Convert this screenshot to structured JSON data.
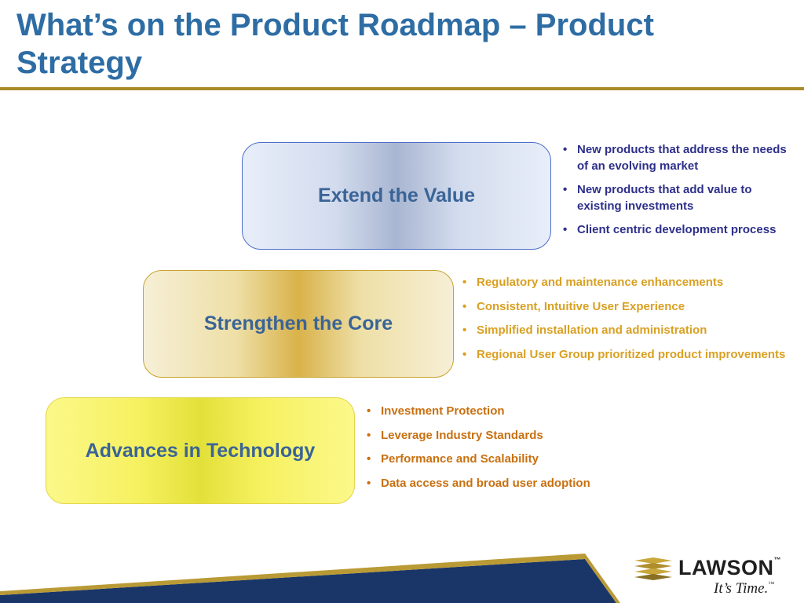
{
  "slide": {
    "title": "What’s on the Product Roadmap – Product Strategy"
  },
  "pillars": [
    {
      "label": "Extend the Value",
      "bullets": [
        "New products that address the needs of an evolving market",
        "New products that add value to existing investments",
        "Client centric development process"
      ]
    },
    {
      "label": "Strengthen the Core",
      "bullets": [
        "Regulatory and maintenance enhancements",
        "Consistent, Intuitive User Experience",
        "Simplified installation and administration",
        "Regional User Group prioritized product improvements"
      ]
    },
    {
      "label": "Advances in Technology",
      "bullets": [
        "Investment Protection",
        "Leverage Industry Standards",
        "Performance and Scalability",
        "Data access and broad user adoption"
      ]
    }
  ],
  "logo": {
    "name": "LAWSON",
    "tagline": "It’s Time.",
    "trademark": "™",
    "icon": "lawson-chevron-logo-icon"
  },
  "colors": {
    "title": "#2e6da4",
    "rule": "#a88a28",
    "footer_navy": "#1a3668",
    "footer_gold": "#b99a35"
  }
}
